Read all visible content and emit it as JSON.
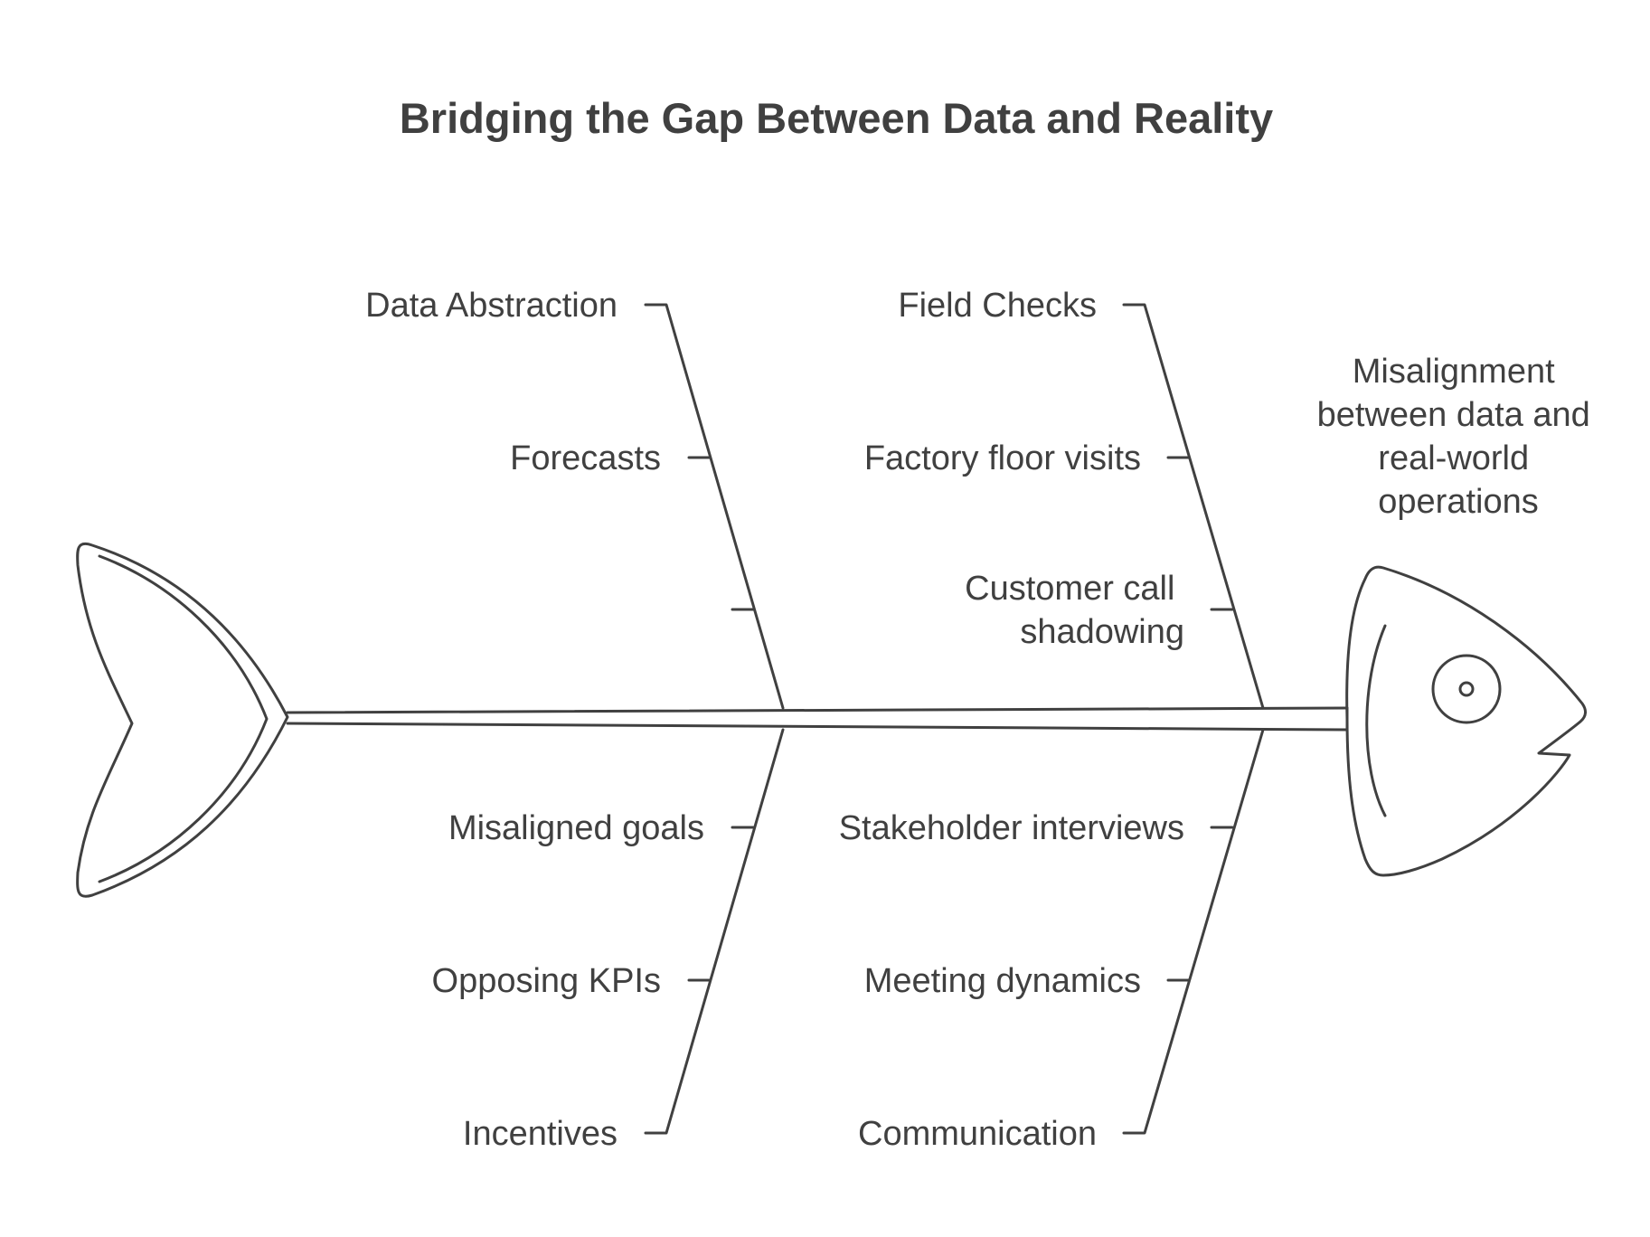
{
  "title": "Bridging the Gap Between Data and Reality",
  "effect": {
    "lines": [
      "Misalignment",
      "between data and",
      "real-world",
      "operations"
    ]
  },
  "branches": {
    "data_abstraction": {
      "title": "Data Abstraction",
      "causes": [
        "Forecasts",
        ""
      ]
    },
    "field_checks": {
      "title": "Field Checks",
      "causes": [
        "Factory floor visits",
        "Customer call shadowing"
      ]
    },
    "incentives": {
      "title": "Incentives",
      "causes": [
        "Misaligned goals",
        "Opposing KPIs"
      ]
    },
    "communication": {
      "title": "Communication",
      "causes": [
        "Stakeholder interviews",
        "Meeting dynamics"
      ]
    }
  },
  "colors": {
    "stroke": "#404040",
    "text": "#404040",
    "background": "#ffffff"
  }
}
